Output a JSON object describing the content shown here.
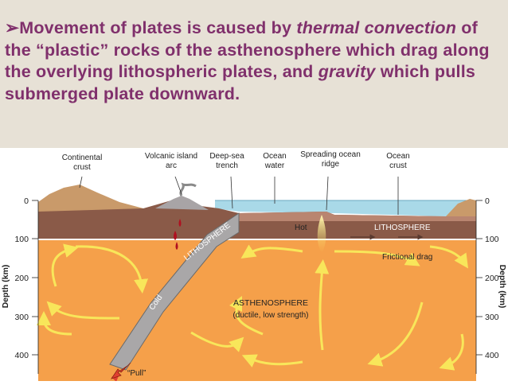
{
  "heading": {
    "bullet": "➢",
    "segments": [
      {
        "text": "Movement of plates is caused by ",
        "italic": false
      },
      {
        "text": "thermal convection",
        "italic": true
      },
      {
        "text": " of the “plastic” rocks of the asthenosphere which drag along the overlying lithospheric plates, and ",
        "italic": false
      },
      {
        "text": "gravity",
        "italic": true
      },
      {
        "text": " which pulls submerged plate downward.",
        "italic": false
      }
    ]
  },
  "diagram": {
    "top_labels": {
      "continental_crust": [
        "Continental",
        "crust"
      ],
      "volcanic_island_arc": [
        "Volcanic island",
        "arc"
      ],
      "deep_sea_trench": [
        "Deep-sea",
        "trench"
      ],
      "ocean_water": [
        "Ocean",
        "water"
      ],
      "spreading_ocean_ridge": [
        "Spreading ocean",
        "ridge"
      ],
      "ocean_crust": [
        "Ocean",
        "crust"
      ]
    },
    "labels": {
      "lithosphere_slab": "LITHOSPHERE",
      "lithosphere_right": "LITHOSPHERE",
      "hot": "Hot",
      "cold": "Cold",
      "frictional_drag": "Frictional drag",
      "asthenosphere": "ASTHENOSPHERE",
      "asthenosphere_note": "(ductile, low strength)",
      "pull": "“Pull”"
    },
    "depth_axis": {
      "title": "Depth (km)",
      "ticks": [
        "0",
        "100",
        "200",
        "300",
        "400"
      ]
    },
    "colors": {
      "header_bg": "#e7e1d6",
      "heading_text": "#80306c",
      "ocean": "#a9d9e8",
      "lithosphere": "#8a5a48",
      "asthenosphere": "#f5a04a",
      "arrows": "#f8e65a",
      "magma": "#b01020",
      "pull_arrow": "#e04030"
    }
  }
}
